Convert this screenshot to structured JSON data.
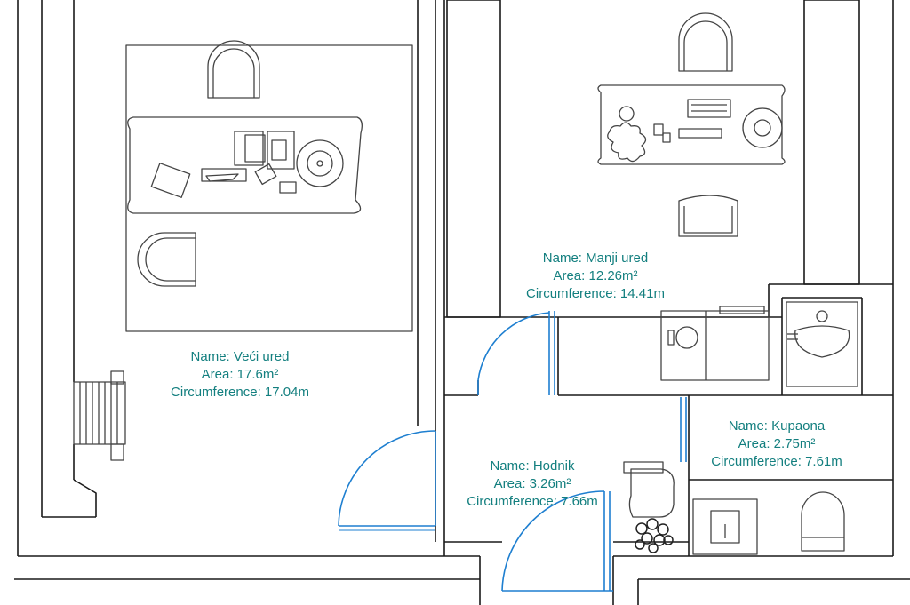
{
  "rooms": [
    {
      "key": "veci",
      "name": "Name: Veći ured",
      "area": "Area: 17.6m²",
      "circumference": "Circumference: 17.04m"
    },
    {
      "key": "manji",
      "name": "Name: Manji ured",
      "area": "Area: 12.26m²",
      "circumference": "Circumference: 14.41m"
    },
    {
      "key": "hodnik",
      "name": "Name: Hodnik",
      "area": "Area: 3.26m²",
      "circumference": "Circumference: 7.66m"
    },
    {
      "key": "kupaona",
      "name": "Name: Kupaona",
      "area": "Area: 2.75m²",
      "circumference": "Circumference: 7.61m"
    }
  ],
  "colors": {
    "wall": "#1a1a1a",
    "door": "#1e7fd0",
    "label": "#137f7f",
    "furniture": "#444444",
    "background": "#ffffff"
  },
  "icons": [
    "chair-icon",
    "desk-icon",
    "rug-icon",
    "radiator-icon",
    "sink-icon",
    "toilet-icon",
    "plant-icon",
    "keyboard-icon",
    "washing-machine-icon"
  ]
}
